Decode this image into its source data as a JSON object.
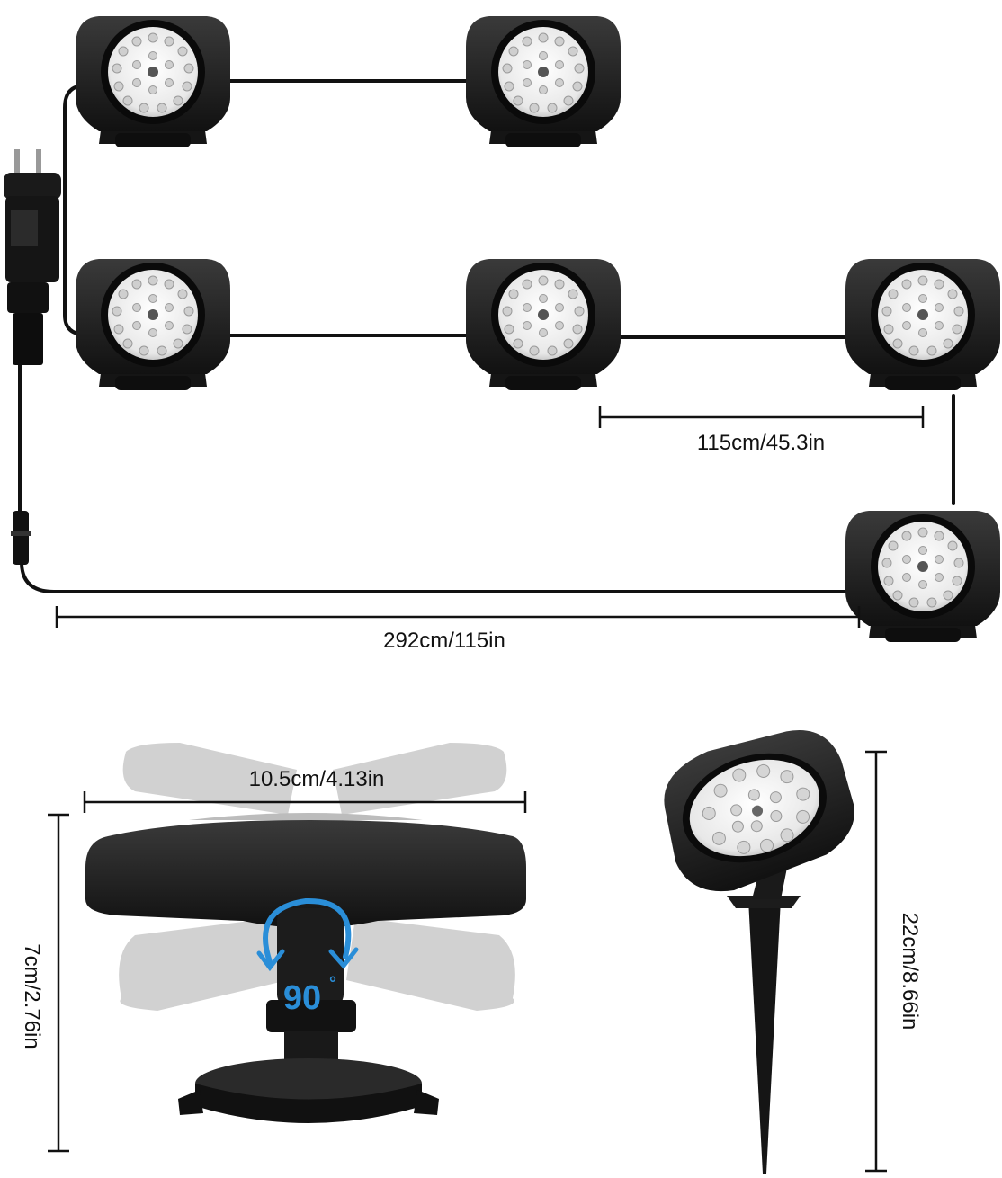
{
  "dimensions": {
    "spacing": "115cm/45.3in",
    "lead_cable": "292cm/115in",
    "width": "10.5cm/4.13in",
    "head_height": "7cm/2.76in",
    "total_height": "22cm/8.66in"
  },
  "rotation": {
    "value": "90",
    "unit": "°"
  },
  "colors": {
    "housing": "#1b1b1b",
    "cable": "#111111",
    "lens": "#f2f2f2",
    "rotation_arrow": "#2a8ed8",
    "ghost": "#c8c8c8"
  },
  "icons": {
    "lamp": "spotlight-icon",
    "plug": "power-adapter-icon",
    "connector": "cable-connector-icon",
    "rotate": "rotate-arrow-icon"
  }
}
